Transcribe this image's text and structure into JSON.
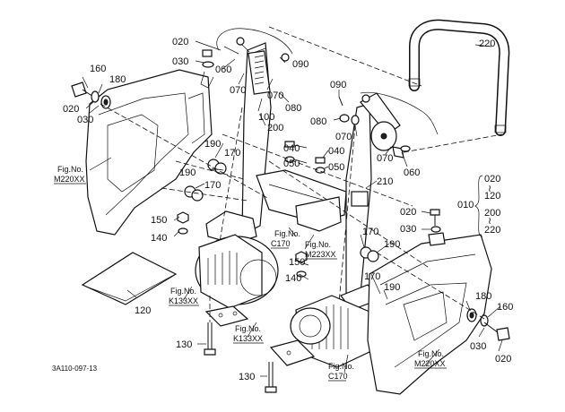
{
  "drawing_code": "3A110-097-13",
  "callouts": {
    "p020_top": "020",
    "p030_top": "030",
    "p060_top": "060",
    "p070_a": "070",
    "p090_top": "090",
    "p070_b": "070",
    "p080_top": "080",
    "p100": "100",
    "p200": "200",
    "p220": "220",
    "p160_left": "160",
    "p180_left": "180",
    "p020_left": "020",
    "p030_left": "030",
    "p190_a": "190",
    "p170_a": "170",
    "p190_b": "190",
    "p170_b": "170",
    "p040_a": "040",
    "p050_a": "050",
    "p040_b": "040",
    "p050_b": "050",
    "p090_mid": "090",
    "p080_mid": "080",
    "p070_mid": "070",
    "p070_mid2": "070",
    "p060_mid": "060",
    "p210": "210",
    "p150_a": "150",
    "p140_a": "140",
    "p170_c": "170",
    "p190_c": "190",
    "p150_b": "150",
    "p140_b": "140",
    "p170_d": "170",
    "p190_d": "190",
    "p120": "120",
    "p130_a": "130",
    "p130_b": "130",
    "p180_right": "180",
    "p160_right": "160",
    "p030_right": "030",
    "p020_right": "020",
    "p020_grp": "020",
    "p030_grp": "030",
    "p010": "010"
  },
  "bracket_list": [
    "020",
    "120",
    "200",
    "220"
  ],
  "fig_refs": {
    "m220_left": {
      "title": "Fig.No.",
      "code": "M220XX"
    },
    "c170_mid": {
      "title": "Fig.No.",
      "code": "C170"
    },
    "m223": {
      "title": "Fig.No.",
      "code": "M223XX"
    },
    "k133_left": {
      "title": "Fig.No.",
      "code": "K133XX"
    },
    "k133_mid": {
      "title": "Fig.No.",
      "code": "K133XX"
    },
    "c170_bottom": {
      "title": "Fig.No.",
      "code": "C170"
    },
    "m220_right": {
      "title": "Fig.No.",
      "code": "M220XX"
    }
  }
}
